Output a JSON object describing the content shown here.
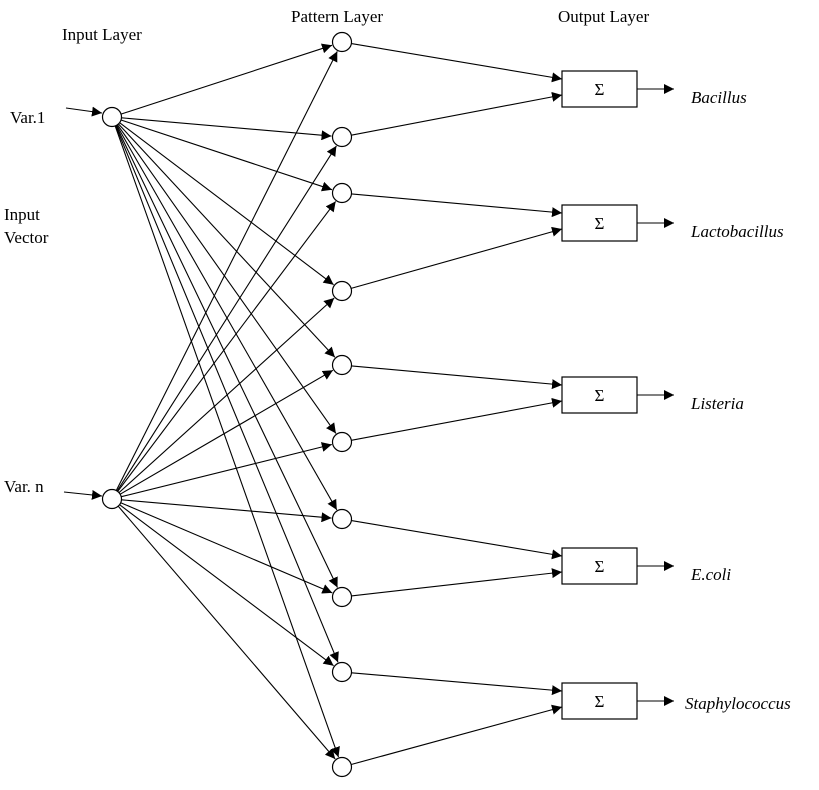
{
  "layers": {
    "input_title": "Input Layer",
    "pattern_title": "Pattern Layer",
    "output_title": "Output Layer"
  },
  "inputs": {
    "var1": "Var.1",
    "varn": "Var. n",
    "vector_line1": "Input",
    "vector_line2": "Vector"
  },
  "summation_symbol": "Σ",
  "classes": [
    "Bacillus",
    "Lactobacillus",
    "Listeria",
    "E.coli",
    "Staphylococcus"
  ]
}
